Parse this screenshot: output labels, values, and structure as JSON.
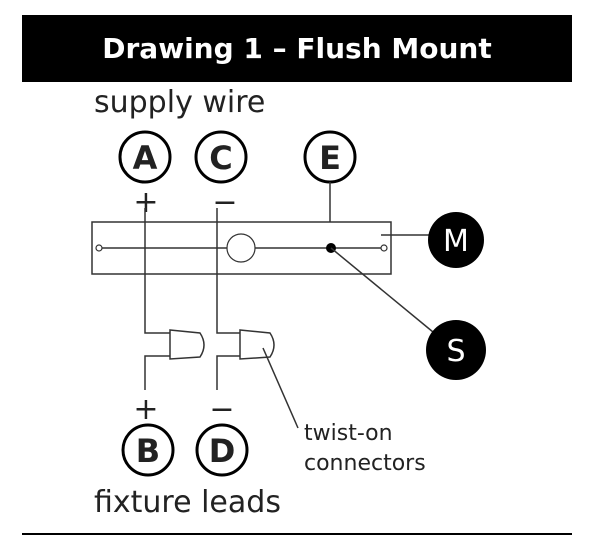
{
  "title": "Drawing 1 – Flush Mount",
  "labels": {
    "supply": "supply wire",
    "fixture": "fixture leads",
    "connector_line1": "twist-on",
    "connector_line2": "connectors"
  },
  "callouts": {
    "A": "A",
    "C": "C",
    "E": "E",
    "B": "B",
    "D": "D",
    "M": "M",
    "S": "S"
  },
  "polarity": {
    "positive": "+",
    "negative": "−"
  }
}
